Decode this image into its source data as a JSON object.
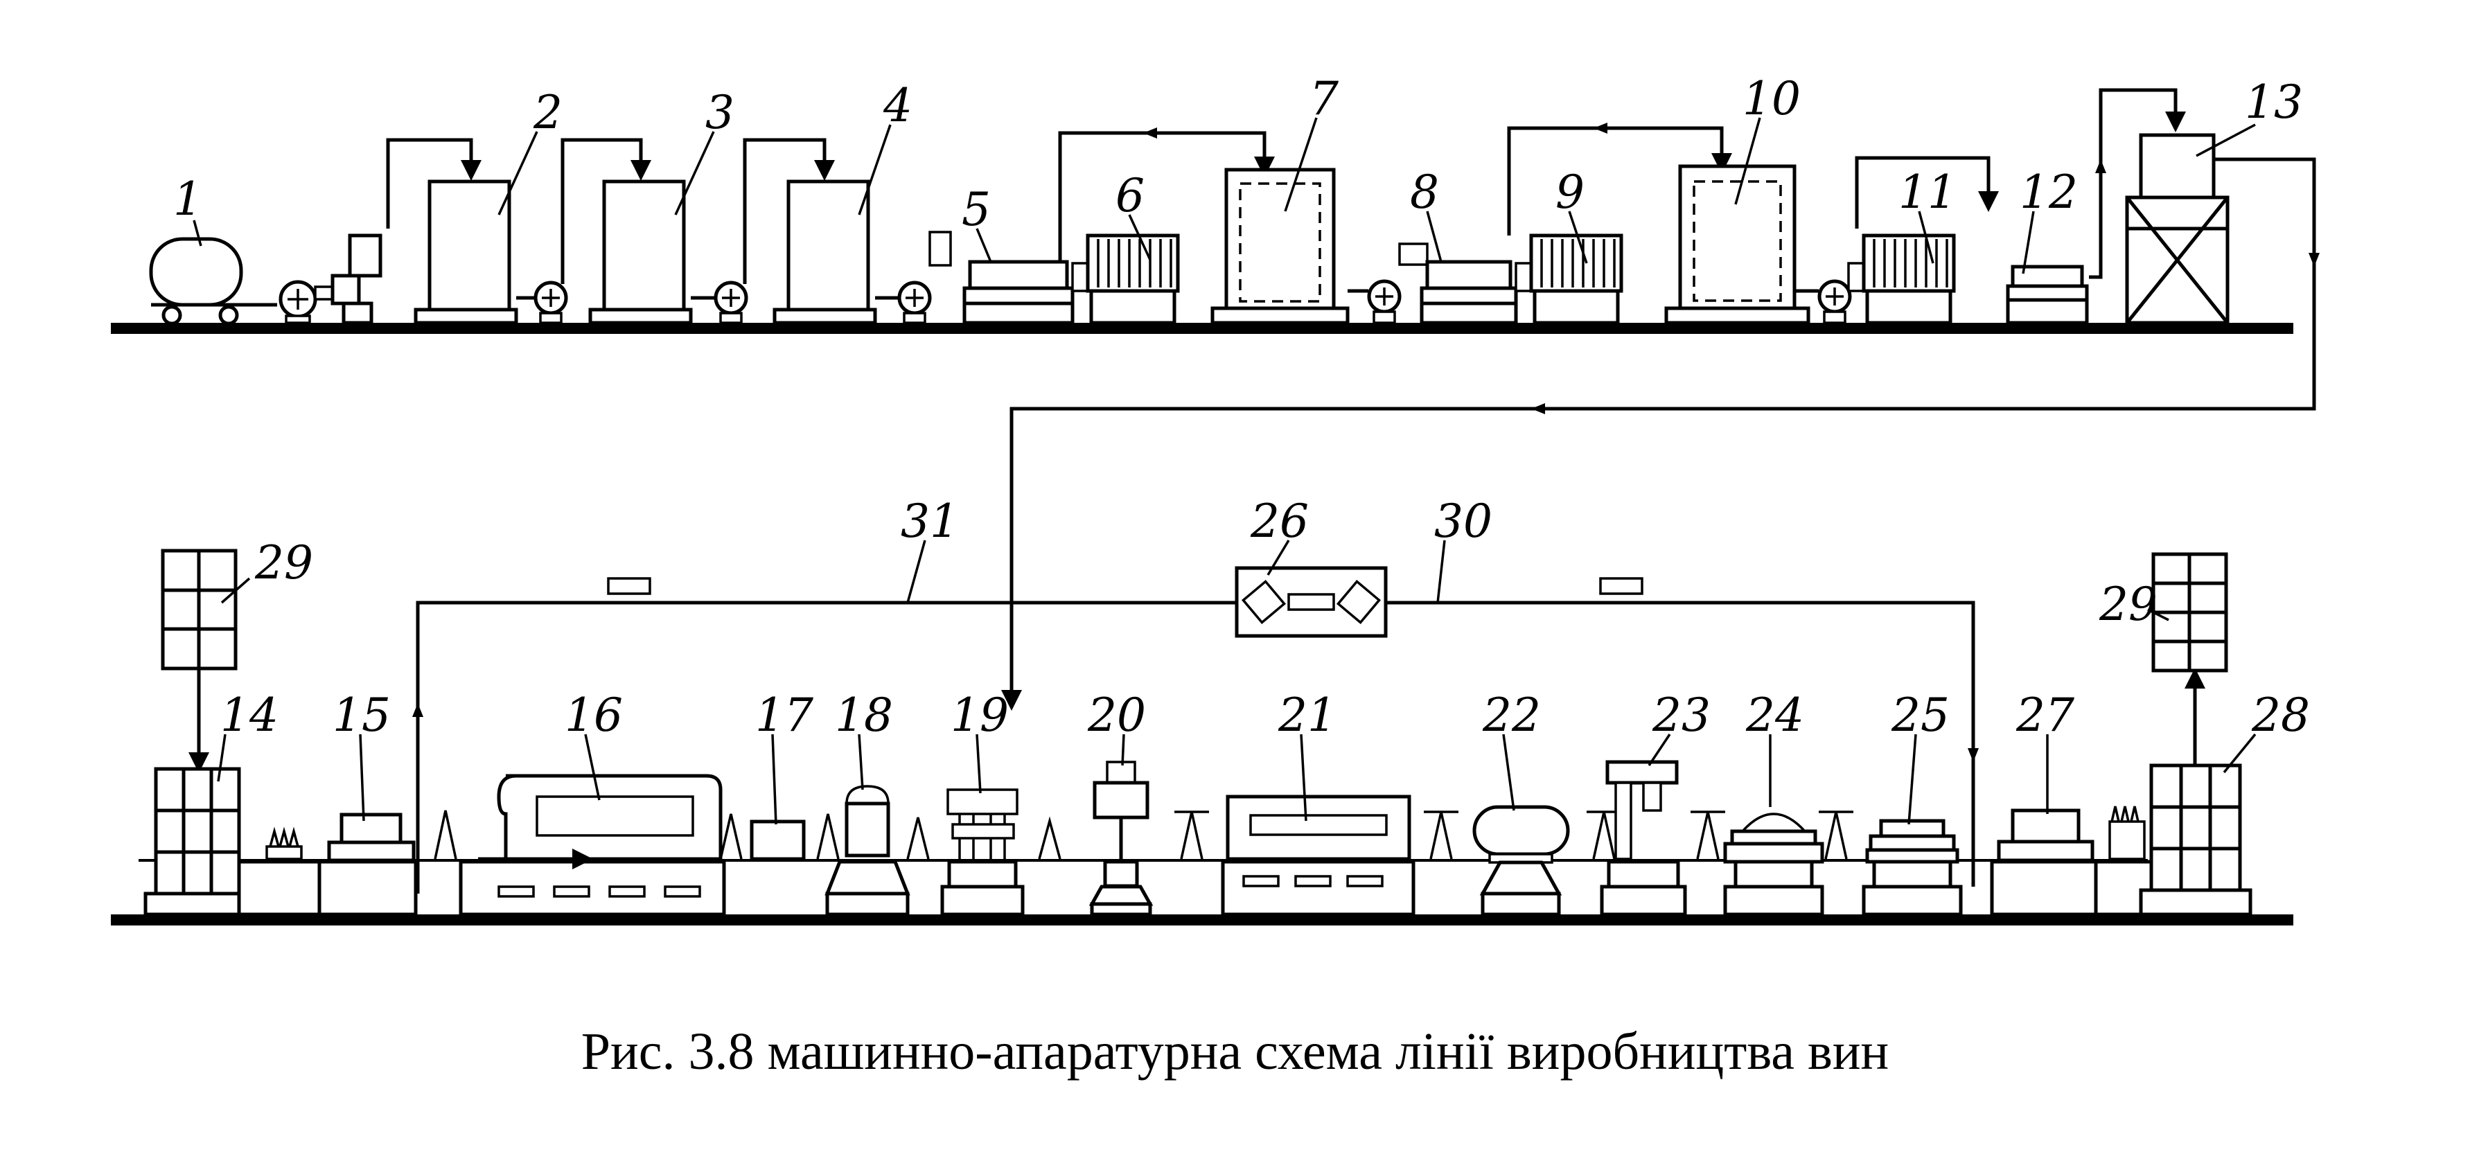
{
  "caption": "Рис. 3.8  машинно-апаратурна схема лінії виробництва вин",
  "labels": {
    "n1": "1",
    "n2": "2",
    "n3": "3",
    "n4": "4",
    "n5": "5",
    "n6": "6",
    "n7": "7",
    "n8": "8",
    "n9": "9",
    "n10": "10",
    "n11": "11",
    "n12": "12",
    "n13": "13",
    "n14": "14",
    "n15": "15",
    "n16": "16",
    "n17": "17",
    "n18": "18",
    "n19": "19",
    "n20": "20",
    "n21": "21",
    "n22": "22",
    "n23": "23",
    "n24": "24",
    "n25": "25",
    "n26": "26",
    "n27": "27",
    "n28": "28",
    "n29a": "29",
    "n29b": "29",
    "n30": "30",
    "n31": "31"
  }
}
